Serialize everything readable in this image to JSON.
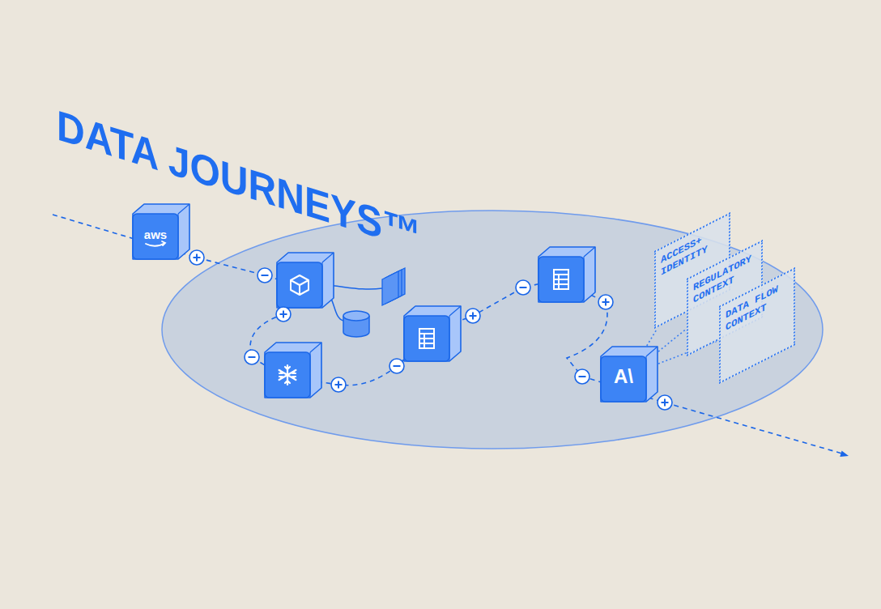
{
  "diagram": {
    "title": "DATA JOURNEYS™",
    "nodes": [
      {
        "text": [
          "aws"
        ]
      },
      {
        "text": [
          "A\\"
        ]
      },
      {
        "text": [
          "ACCESS+ IDENTITY"
        ]
      },
      {
        "text": [
          "REGULATORY CONTEXT"
        ]
      },
      {
        "text": [
          "DATA FLOW CONTEXT"
        ]
      }
    ],
    "edges": [
      {
        "from": 1,
        "to": 2,
        "arrow": "none"
      },
      {
        "from": 1,
        "to": 3,
        "arrow": "none"
      },
      {
        "from": 1,
        "to": 4,
        "arrow": "none"
      }
    ]
  }
}
